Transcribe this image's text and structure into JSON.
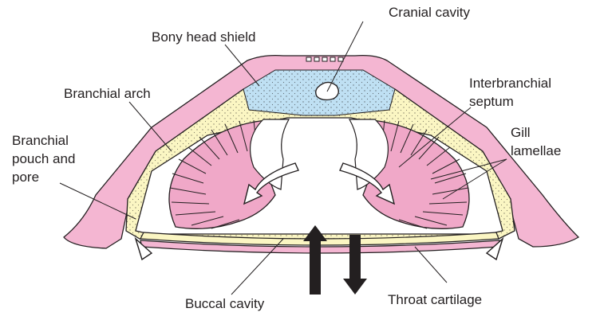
{
  "labels": {
    "cranial_cavity": "Cranial cavity",
    "bony_head_shield": "Bony head shield",
    "branchial_arch": "Branchial arch",
    "interbranchial_septum": [
      "Interbranchial",
      "septum"
    ],
    "gill_lamellae": [
      "Gill",
      "lamellae"
    ],
    "branchial_pouch_and_pore": [
      "Branchial",
      "pouch and",
      "pore"
    ],
    "buccal_cavity": "Buccal cavity",
    "throat_cartilage": "Throat cartilage"
  },
  "colors": {
    "bone": "#f4b6d2",
    "cartilage": "#fbf6c3",
    "braincase": "#bfe0f3",
    "gill": "#f0a8c8",
    "ink": "#231f20",
    "arrow": "#231f20"
  }
}
